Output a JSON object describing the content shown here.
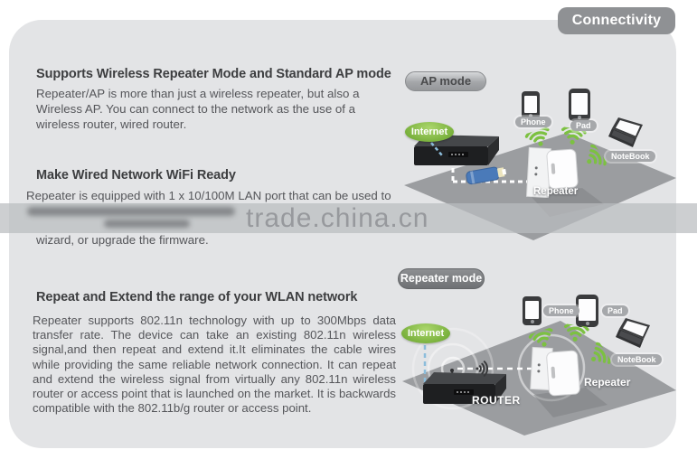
{
  "header": {
    "badge": "Connectivity"
  },
  "watermark": {
    "text": "trade.china.cn"
  },
  "sections": [
    {
      "heading": "Supports Wireless Repeater Mode and Standard AP mode",
      "body": "Repeater/AP is more than just a wireless repeater, but also a Wireless AP. You can connect to the network as the use of a wireless router, wired router."
    },
    {
      "heading": "Make Wired Network WiFi Ready",
      "body_visible_line1": "Repeater is equipped with 1 x 10/100M LAN port that can be used to",
      "body_visible_line2": "wizard, or upgrade the firmware."
    },
    {
      "heading": "Repeat and Extend the range of your WLAN network",
      "body": "Repeater supports 802.11n technology with up to 300Mbps data transfer rate. The device can take an existing 802.11n wireless signal,and then repeat and extend it.It eliminates the cable wires while providing the same reliable network connection. It can repeat and extend the wireless signal from virtually any 802.11n wireless router or access point that is launched on the market. It is backwards compatible with the 802.11b/g router or access point."
    }
  ],
  "diagrams": {
    "ap_mode": {
      "badge": "AP mode",
      "internet_label": "Internet",
      "device_labels": {
        "phone": "Phone",
        "pad": "Pad",
        "notebook": "NoteBook"
      },
      "repeater_label": "Repeater"
    },
    "repeater_mode": {
      "badge": "Repeater mode",
      "internet_label": "Internet",
      "device_labels": {
        "phone": "Phone",
        "pad": "Pad",
        "notebook": "NoteBook"
      },
      "repeater_label": "Repeater",
      "router_label": "ROUTER"
    }
  },
  "colors": {
    "panel": "#e3e4e6",
    "badge_gray": "#8f9194",
    "wifi_green": "#7cc141",
    "internet_green": "#77af3a",
    "floor_gray": "#9b9da0",
    "cable_blue": "#4a7ab9"
  }
}
